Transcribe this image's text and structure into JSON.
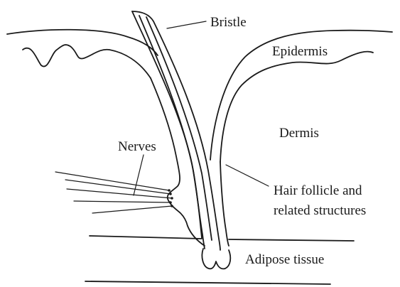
{
  "labels": {
    "bristle": "Bristle",
    "epidermis": "Epidermis",
    "dermis": "Dermis",
    "nerves": "Nerves",
    "hair_follicle_line1": "Hair follicle and",
    "hair_follicle_line2": "related structures",
    "adipose": "Adipose tissue"
  },
  "colors": {
    "ink": "#1a1a1a",
    "background": "#ffffff"
  }
}
